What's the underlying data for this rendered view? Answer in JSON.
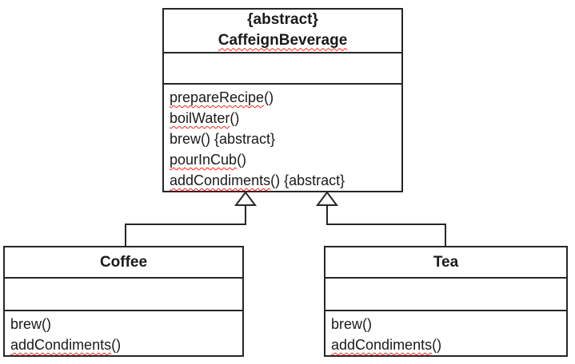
{
  "diagram": {
    "kind": "uml-class-diagram",
    "background_color": "#ffffff",
    "border_color": "#262626",
    "text_color": "#1a1a1a",
    "spellcheck_squiggle_color": "#ff2016",
    "relationships": [
      {
        "type": "generalization",
        "from": "Coffee",
        "to": "CaffeignBeverage",
        "arrowhead": "hollow-triangle"
      },
      {
        "type": "generalization",
        "from": "Tea",
        "to": "CaffeignBeverage",
        "arrowhead": "hollow-triangle"
      }
    ]
  },
  "beverage": {
    "stereotype": "{abstract}",
    "name": "CaffeignBeverage",
    "attributes": [],
    "methods": [
      {
        "name": "prepareRecipe",
        "suffix": "()",
        "misspelled": true
      },
      {
        "name": "boilWater",
        "suffix": "()",
        "misspelled": true
      },
      {
        "name": "brew",
        "suffix": "() {abstract}",
        "misspelled": false
      },
      {
        "name": "pourInCub",
        "suffix": "()",
        "misspelled": true
      },
      {
        "name": "addCondiments",
        "suffix": "() {abstract}",
        "misspelled": true
      }
    ]
  },
  "coffee": {
    "name": "Coffee",
    "attributes": [],
    "methods": [
      {
        "name": "brew",
        "suffix": "()",
        "misspelled": false
      },
      {
        "name": "addCondiments",
        "suffix": "()",
        "misspelled": true
      }
    ]
  },
  "tea": {
    "name": "Tea",
    "attributes": [],
    "methods": [
      {
        "name": "brew",
        "suffix": "()",
        "misspelled": false
      },
      {
        "name": "addCondiments",
        "suffix": "()",
        "misspelled": true
      }
    ]
  }
}
